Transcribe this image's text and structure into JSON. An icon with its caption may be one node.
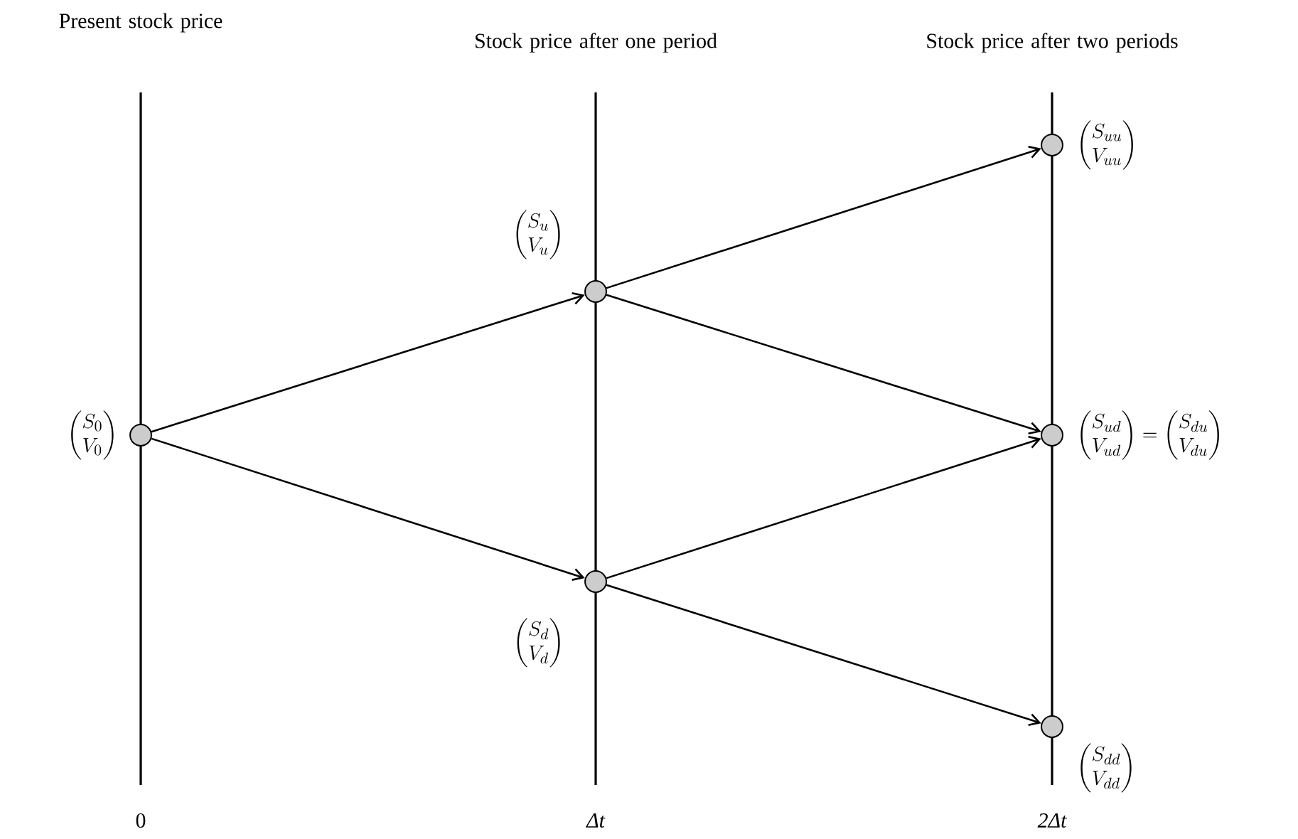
{
  "diagram": {
    "nodes": [
      {
        "text": [],
        "shape": "circle",
        "beside": [
          "\\begin{pmatrix} S_0 \\\\ V_0 \\end{pmatrix}"
        ]
      },
      {
        "text": [],
        "shape": "circle",
        "beside": [
          "\\begin{pmatrix} S_u \\\\ V_u \\end{pmatrix}"
        ]
      },
      {
        "text": [],
        "shape": "circle",
        "beside": [
          "\\begin{pmatrix} S_d \\\\ V_d \\end{pmatrix}"
        ]
      },
      {
        "text": [],
        "shape": "circle",
        "beside": [
          "\\begin{pmatrix} S_{uu} \\\\ V_{uu} \\end{pmatrix}"
        ]
      },
      {
        "text": [],
        "shape": "circle",
        "beside": [
          "\\begin{pmatrix} S_{ud} \\\\ V_{ud} \\end{pmatrix} = \\begin{pmatrix} S_{du} \\\\ V_{du} \\end{pmatrix}"
        ]
      },
      {
        "text": [],
        "shape": "circle",
        "beside": [
          "\\begin{pmatrix} S_{dd} \\\\ V_{dd} \\end{pmatrix}"
        ]
      }
    ],
    "edges": [
      {
        "from": 0,
        "to": 1,
        "arrow": "to"
      },
      {
        "from": 0,
        "to": 2,
        "arrow": "to"
      },
      {
        "from": 1,
        "to": 3,
        "arrow": "to"
      },
      {
        "from": 1,
        "to": 4,
        "arrow": "to"
      },
      {
        "from": 2,
        "to": 4,
        "arrow": "to"
      },
      {
        "from": 2,
        "to": 5,
        "arrow": "to"
      }
    ],
    "labels": [
      "Present stock price",
      "Stock price after one period",
      "Stock price after two periods",
      "0",
      "Δt",
      "2Δt"
    ]
  }
}
